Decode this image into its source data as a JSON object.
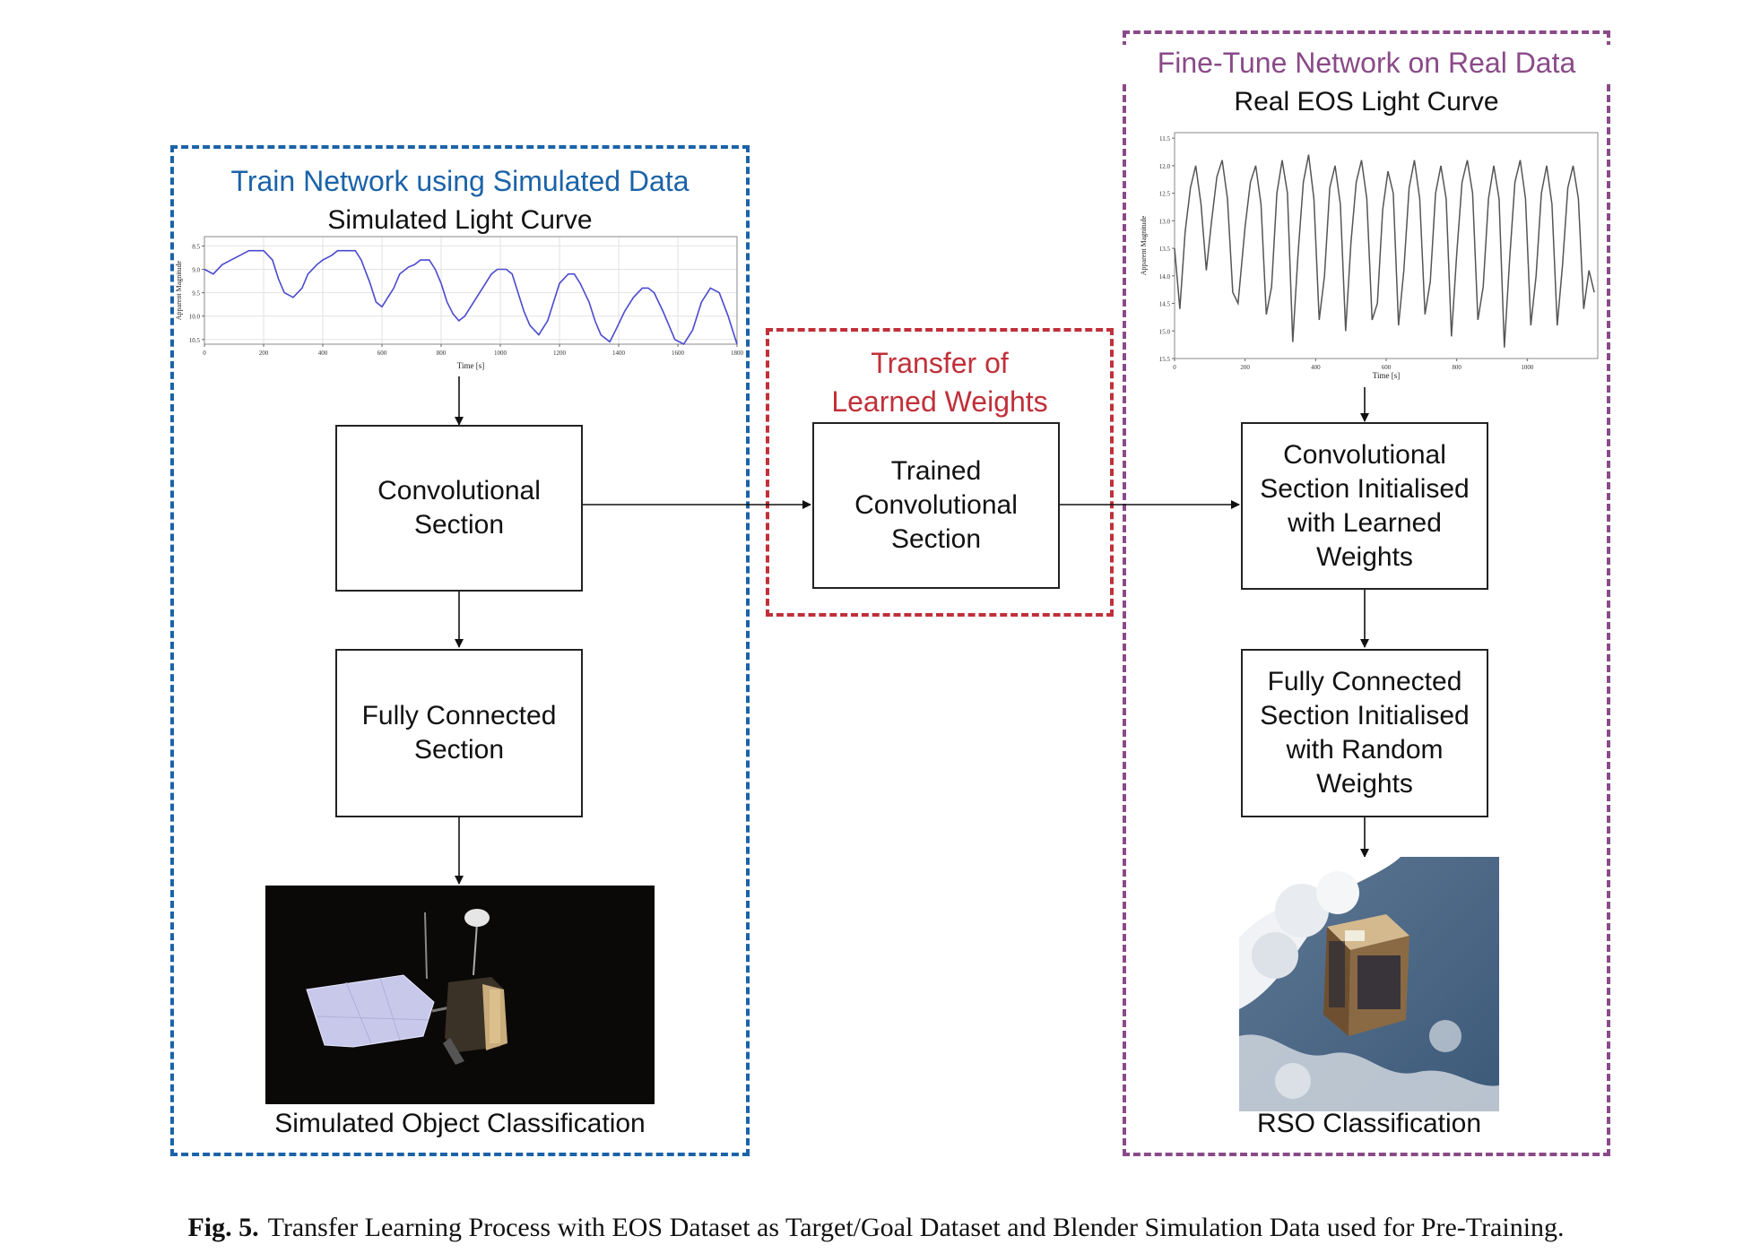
{
  "containers": {
    "simulated": {
      "title": "Train Network using Simulated Data",
      "color": "#1b63a8"
    },
    "transfer": {
      "title_line1": "Transfer of",
      "title_line2": "Learned Weights",
      "color": "#c0303a"
    },
    "finetune": {
      "title": "Fine-Tune Network on Real Data",
      "color": "#8a4a88"
    }
  },
  "left": {
    "chart_title": "Simulated Light Curve",
    "box1": "Convolutional\nSection",
    "box2": "Fully Connected\nSection",
    "image_caption": "Simulated Object Classification"
  },
  "middle": {
    "box": "Trained\nConvolutional\nSection"
  },
  "right": {
    "chart_title": "Real EOS Light Curve",
    "box1": "Convolutional\nSection Initialised\nwith Learned\nWeights",
    "box2": "Fully Connected\nSection Initialised\nwith Random\nWeights",
    "image_caption": "RSO Classification"
  },
  "caption": {
    "label": "Fig. 5.",
    "text": "Transfer Learning Process with EOS Dataset as Target/Goal Dataset and Blender Simulation Data used for Pre-Training."
  },
  "chart_data": [
    {
      "type": "line",
      "xlabel": "Time [s]",
      "ylabel": "Apparent Magnitude",
      "xlim": [
        0,
        1800
      ],
      "ylim": [
        10.6,
        8.3
      ],
      "y_inverted": true,
      "x_ticks": [
        0,
        200,
        400,
        600,
        800,
        1000,
        1200,
        1400,
        1600,
        1800
      ],
      "y_ticks": [
        8.5,
        9.0,
        9.5,
        10.0,
        10.5
      ],
      "grid": true,
      "color": "#4a4ad0",
      "series": [
        {
          "x": [
            0,
            30,
            60,
            90,
            120,
            150,
            170,
            200,
            230,
            250,
            270,
            300,
            330,
            350,
            380,
            400,
            430,
            450,
            480,
            510,
            530,
            560,
            580,
            600,
            620,
            640,
            660,
            690,
            710,
            730,
            760,
            780,
            800,
            820,
            840,
            860,
            880,
            920,
            950,
            970,
            990,
            1020,
            1040,
            1060,
            1080,
            1100,
            1130,
            1160,
            1180,
            1200,
            1230,
            1250,
            1270,
            1300,
            1320,
            1340,
            1370,
            1390,
            1420,
            1450,
            1480,
            1500,
            1520,
            1550,
            1570,
            1590,
            1620,
            1650,
            1680,
            1710,
            1740,
            1770,
            1800
          ],
          "y": [
            9.0,
            9.1,
            8.9,
            8.8,
            8.7,
            8.6,
            8.6,
            8.6,
            8.8,
            9.2,
            9.5,
            9.6,
            9.4,
            9.1,
            8.9,
            8.8,
            8.7,
            8.6,
            8.6,
            8.6,
            8.8,
            9.3,
            9.7,
            9.8,
            9.6,
            9.4,
            9.1,
            8.95,
            8.9,
            8.8,
            8.8,
            9.0,
            9.3,
            9.7,
            9.95,
            10.1,
            10.0,
            9.6,
            9.3,
            9.1,
            9.0,
            9.0,
            9.1,
            9.5,
            9.9,
            10.2,
            10.4,
            10.1,
            9.7,
            9.3,
            9.1,
            9.1,
            9.3,
            9.7,
            10.1,
            10.4,
            10.55,
            10.3,
            9.9,
            9.6,
            9.4,
            9.4,
            9.5,
            9.9,
            10.2,
            10.5,
            10.6,
            10.3,
            9.7,
            9.4,
            9.5,
            10.0,
            10.6
          ]
        }
      ]
    },
    {
      "type": "line",
      "xlabel": "Time [s]",
      "ylabel": "Apparent Magnitude",
      "xlim": [
        0,
        1200
      ],
      "ylim": [
        15.5,
        11.4
      ],
      "y_inverted": true,
      "x_ticks": [
        0,
        200,
        400,
        600,
        800,
        1000
      ],
      "y_ticks": [
        11.5,
        12.0,
        12.5,
        13.0,
        13.5,
        14.0,
        14.5,
        15.0,
        15.5
      ],
      "grid": false,
      "color": "#555555",
      "series": [
        {
          "x": [
            0,
            15,
            30,
            45,
            60,
            75,
            90,
            105,
            120,
            135,
            150,
            165,
            180,
            200,
            215,
            230,
            245,
            260,
            275,
            290,
            305,
            320,
            335,
            350,
            365,
            380,
            395,
            410,
            425,
            440,
            455,
            470,
            485,
            500,
            515,
            530,
            545,
            560,
            575,
            590,
            605,
            620,
            635,
            650,
            665,
            680,
            695,
            710,
            725,
            740,
            755,
            770,
            785,
            800,
            815,
            830,
            845,
            860,
            875,
            890,
            905,
            920,
            935,
            950,
            965,
            980,
            995,
            1010,
            1025,
            1040,
            1055,
            1070,
            1085,
            1100,
            1115,
            1130,
            1145,
            1160,
            1175,
            1190
          ],
          "y": [
            13.5,
            14.6,
            13.2,
            12.4,
            12.0,
            12.7,
            13.9,
            13.0,
            12.2,
            11.9,
            12.6,
            14.3,
            14.5,
            13.1,
            12.3,
            12.0,
            12.7,
            14.7,
            14.2,
            12.5,
            11.9,
            12.5,
            15.2,
            13.6,
            12.3,
            11.8,
            12.6,
            14.8,
            14.0,
            12.4,
            12.0,
            12.7,
            15.0,
            13.4,
            12.3,
            11.9,
            12.6,
            14.8,
            14.5,
            12.8,
            12.1,
            12.5,
            14.9,
            13.9,
            12.4,
            11.9,
            12.6,
            14.7,
            14.1,
            12.5,
            12.0,
            12.6,
            15.1,
            13.6,
            12.3,
            11.9,
            12.5,
            14.8,
            14.2,
            12.6,
            12.0,
            12.6,
            15.3,
            13.7,
            12.3,
            11.9,
            12.6,
            14.9,
            14.0,
            12.5,
            12.0,
            12.7,
            14.9,
            13.8,
            12.4,
            12.0,
            12.6,
            14.6,
            13.9,
            14.3
          ]
        }
      ]
    }
  ]
}
